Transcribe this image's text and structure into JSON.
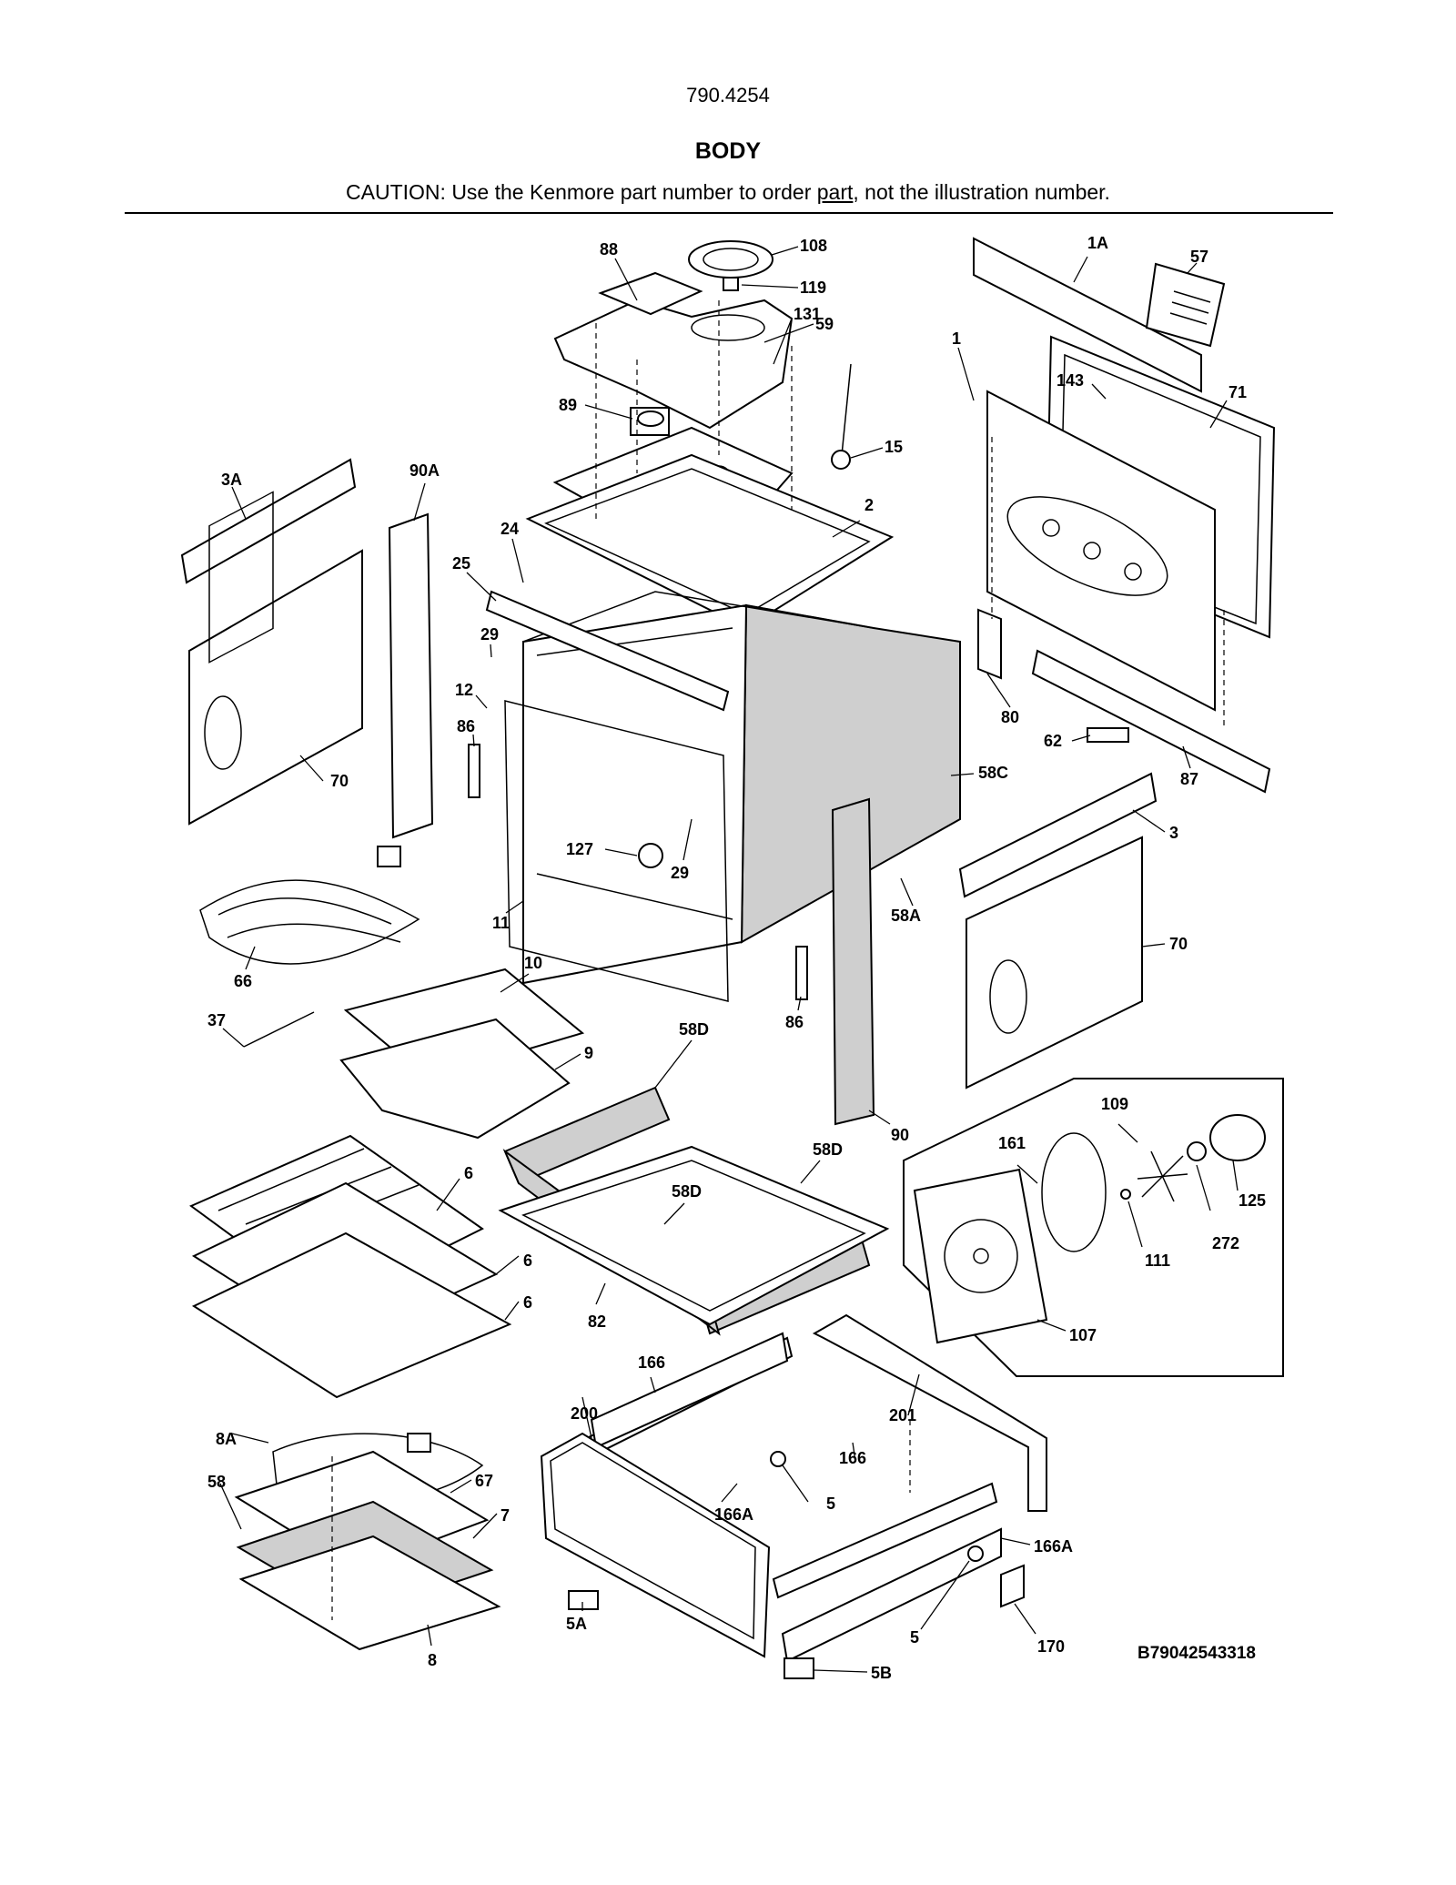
{
  "header": {
    "model_number": "790.4254",
    "section_title": "BODY",
    "caution_before": "CAUTION: Use the Kenmore part number to order ",
    "caution_underlined": "part",
    "caution_after": ", not the illustration number."
  },
  "footer": {
    "diagram_id": "B79042543318"
  },
  "callouts": {
    "c88": "88",
    "c108": "108",
    "c119": "119",
    "c59": "59",
    "c89": "89",
    "c131": "131",
    "c15": "15",
    "c1A": "1A",
    "c57": "57",
    "c1": "1",
    "c143": "143",
    "c71": "71",
    "c3A": "3A",
    "c90A": "90A",
    "c24": "24",
    "c2": "2",
    "c25": "25",
    "c29a": "29",
    "c12": "12",
    "c86a": "86",
    "c70a": "70",
    "c80": "80",
    "c62": "62",
    "c87": "87",
    "c58C": "58C",
    "c3": "3",
    "c127": "127",
    "c29b": "29",
    "c58A": "58A",
    "c11": "11",
    "c70b": "70",
    "c66": "66",
    "c10": "10",
    "c37": "37",
    "c9": "9",
    "c86b": "86",
    "c58Da": "58D",
    "c90": "90",
    "c109": "109",
    "c161": "161",
    "c125": "125",
    "c58Db": "58D",
    "c58Dc": "58D",
    "c6a": "6",
    "c6b": "6",
    "c6c": "6",
    "c272": "272",
    "c111": "111",
    "c82": "82",
    "c107": "107",
    "c166a": "166",
    "c200": "200",
    "c201": "201",
    "c8A": "8A",
    "c166b": "166",
    "c5a": "5",
    "c67": "67",
    "c58": "58",
    "c7": "7",
    "c166Aa": "166A",
    "c166Ab": "166A",
    "c5A": "5A",
    "c5b": "5",
    "c170": "170",
    "c8": "8",
    "c5B": "5B"
  }
}
